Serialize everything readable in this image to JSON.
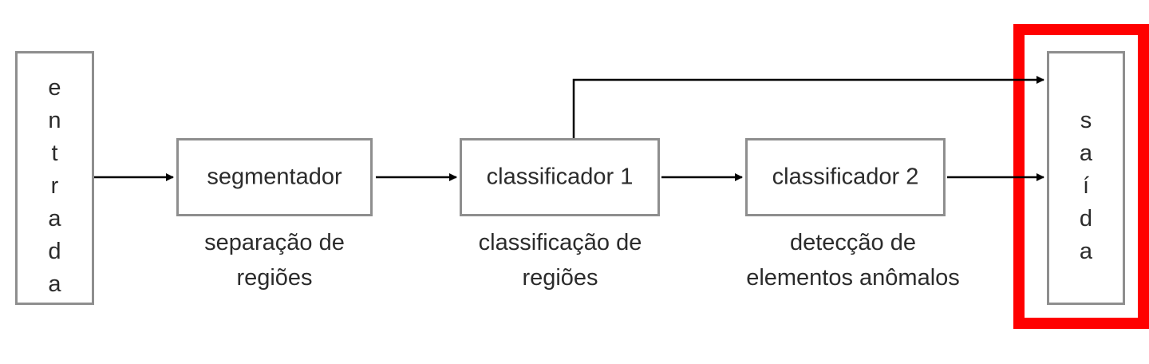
{
  "diagram": {
    "input": {
      "label": "entrada"
    },
    "stages": [
      {
        "label": "segmentador",
        "caption": [
          "separação de",
          "regiões"
        ]
      },
      {
        "label": "classificador 1",
        "caption": [
          "classificação de",
          "regiões"
        ]
      },
      {
        "label": "classificador 2",
        "caption": [
          "detecção de",
          "elementos anômalos"
        ]
      }
    ],
    "output": {
      "label": "saída"
    },
    "highlight": {
      "target": "output",
      "color": "#ff0000"
    },
    "colors": {
      "box_border": "#8e8e8e",
      "arrow": "#000000",
      "text": "#2b2b2b"
    }
  }
}
